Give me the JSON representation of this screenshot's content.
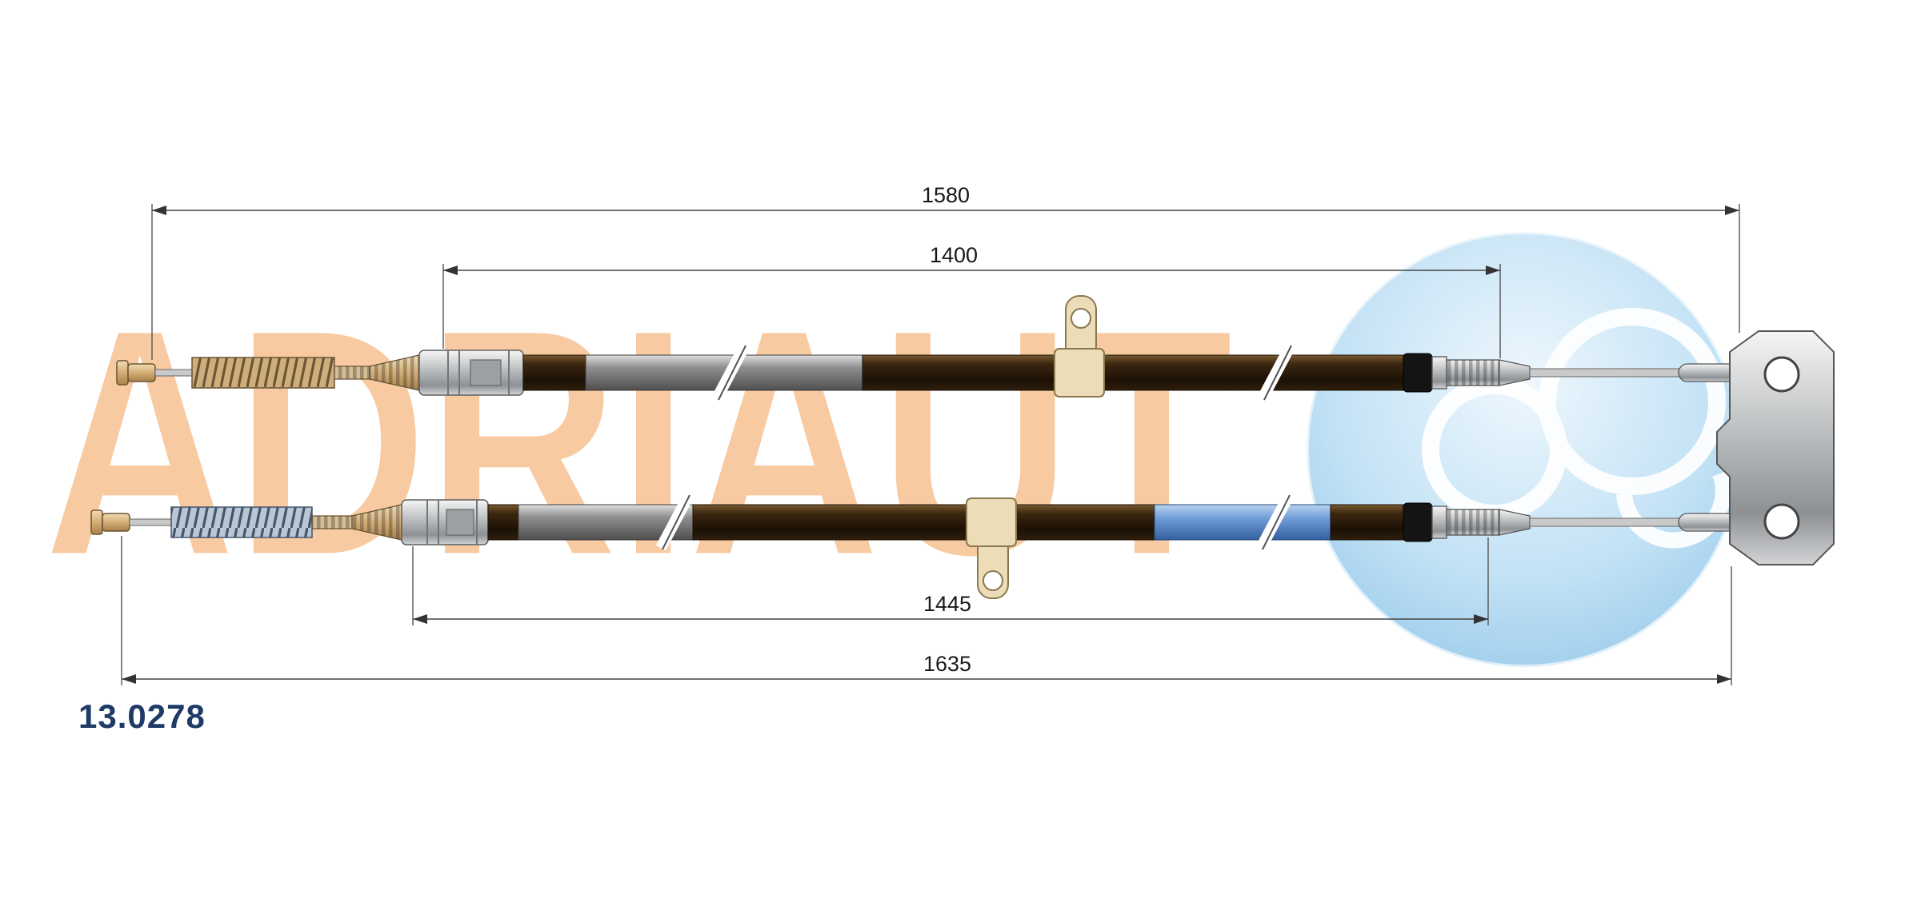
{
  "brand": {
    "watermark": "ADRIAUT",
    "logo_icon": "interlocked-rings-logo"
  },
  "drawing": {
    "part_number": "13.0278",
    "subject": "dual parking brake cable assembly technical drawing",
    "dimensions": {
      "upper_outer": "1580",
      "upper_inner": "1400",
      "lower_inner": "1445",
      "lower_outer": "1635"
    },
    "colors": {
      "watermark_peach": "#f8c9a0",
      "logo_blue": "#bfe0f4",
      "part_number_navy": "#1e3a66",
      "dimension_line": "#444444",
      "dimension_text": "#1a1a1a",
      "cable_dark_brown": "#2e1d0c",
      "cable_gray": "#8f8f8f",
      "cable_blue_sleeve": "#6f9bd6",
      "fitting_tan": "#d3ad76",
      "metal_gray": "#b9bcbe",
      "bracket_cream": "#ecdcb8"
    }
  }
}
